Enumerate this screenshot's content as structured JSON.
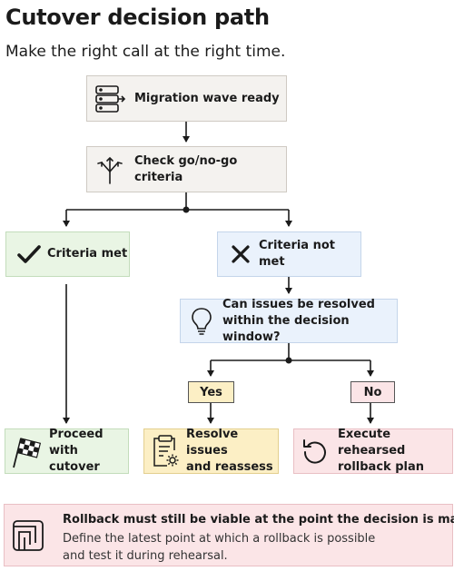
{
  "title": "Cutover decision path",
  "subtitle": "Make the right call at the right time.",
  "nodes": {
    "start": "Migration wave ready",
    "check": "Check go/no-go criteria",
    "met": "Criteria met",
    "not_met": "Criteria not met",
    "question_line1": "Can issues be resolved",
    "question_line2": "within the decision window?",
    "yes": "Yes",
    "no": "No",
    "proceed_line1": "Proceed",
    "proceed_line2": "with cutover",
    "resolve_line1": "Resolve issues",
    "resolve_line2": "and reassess",
    "rollback_line1": "Execute rehearsed",
    "rollback_line2": "rollback plan"
  },
  "note": {
    "title": "Rollback must still be viable at the point the decision is made",
    "body_line1": "Define the latest point at which a rollback is possible",
    "body_line2": "and test it during rehearsal."
  },
  "icons": {
    "start": "server-icon",
    "check": "split-arrows-icon",
    "met": "check-icon",
    "not_met": "x-icon",
    "question": "lightbulb-icon",
    "proceed": "checkered-flag-icon",
    "resolve": "clipboard-gear-icon",
    "rollback": "undo-arrow-icon",
    "note": "layers-icon"
  },
  "colors": {
    "grey": "#f4f2ef",
    "green": "#e9f5e4",
    "blue": "#eaf2fc",
    "yellow": "#fcefc5",
    "pink": "#fbe5e7"
  }
}
